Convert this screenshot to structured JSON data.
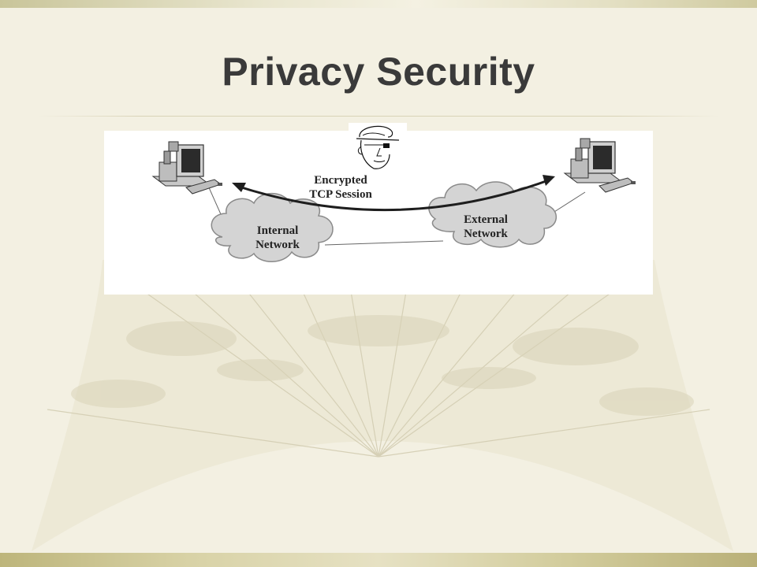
{
  "slide": {
    "title": "Privacy Security"
  },
  "diagram": {
    "session_label_line1": "Encrypted",
    "session_label_line2": "TCP Session",
    "internal_label_line1": "Internal",
    "internal_label_line2": "Network",
    "external_label_line1": "External",
    "external_label_line2": "Network"
  },
  "colors": {
    "background": "#f3f0e2",
    "title": "#3a3a3a",
    "cloud_fill": "#d4d4d4",
    "cloud_stroke": "#8a8a8a",
    "arrow": "#1e1e1e"
  }
}
